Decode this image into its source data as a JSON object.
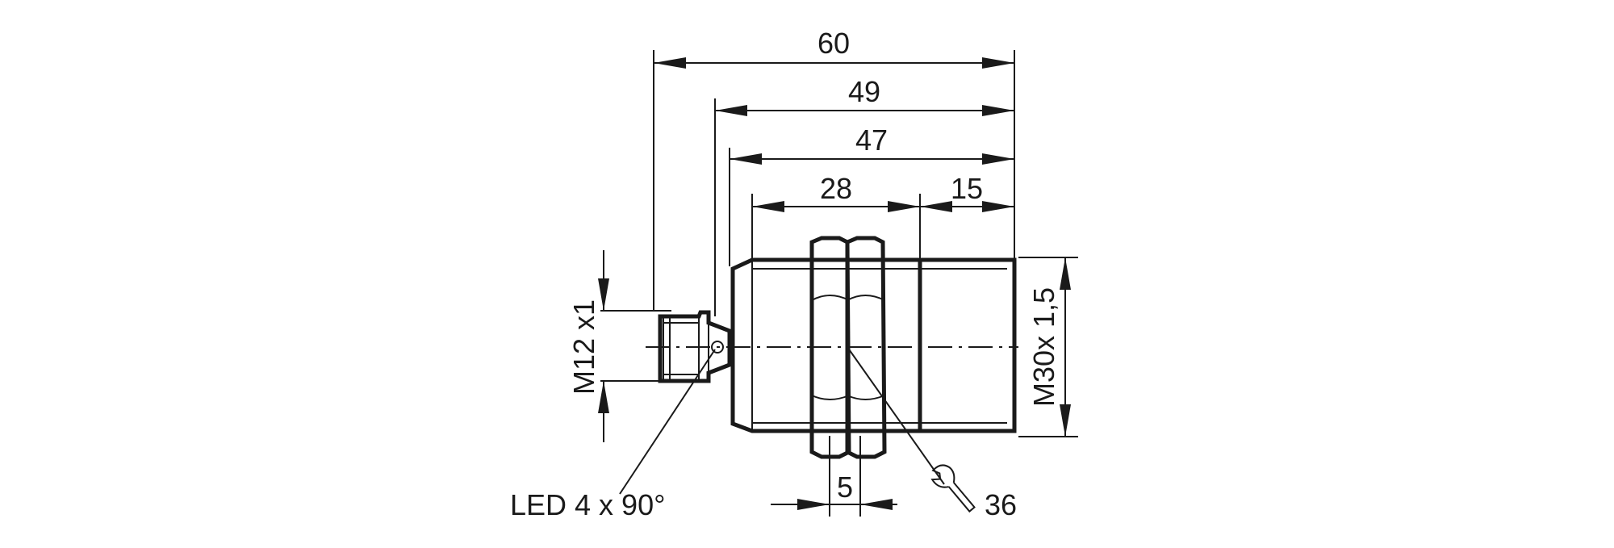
{
  "dimensions": {
    "overall_length": "60",
    "length_49": "49",
    "length_47": "47",
    "thread_length": "28",
    "front_length": "15",
    "nut_thickness": "5",
    "connector_thread": "M12 x1",
    "housing_thread": "M30x 1,5",
    "wrench_size": "36"
  },
  "annotations": {
    "led": "LED 4 x 90°"
  },
  "icons": {
    "wrench": "wrench-icon"
  },
  "colors": {
    "line": "#1a1a1a",
    "background": "#ffffff"
  }
}
